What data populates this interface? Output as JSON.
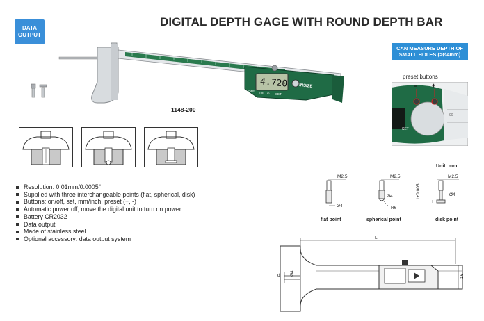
{
  "badge": {
    "line1": "DATA",
    "line2": "OUTPUT"
  },
  "title": "DIGITAL DEPTH GAGE WITH ROUND DEPTH BAR",
  "note": {
    "line1": "CAN MEASURE DEPTH OF",
    "line2": "SMALL HOLES (>Ø4mm)"
  },
  "preset": {
    "title": "preset buttons",
    "minus": "−",
    "plus": "+",
    "set_label": "SET",
    "scale_value": "90"
  },
  "product": {
    "display_value": "4.720",
    "brand": "INSIZE",
    "btn_off": "OFF",
    "btn_mm": "mm",
    "btn_in": "in",
    "btn_set": "SET"
  },
  "model": "1148-200",
  "unit": "Unit: mm",
  "points": [
    {
      "label": "flat point",
      "thread": "M2.5",
      "dia": "Ø4"
    },
    {
      "label": "spherical point",
      "thread": "M2.5",
      "dia": "Ø4",
      "radius": "R6"
    },
    {
      "label": "disk point",
      "thread": "M2.5",
      "dia": "Ø4",
      "height": "1±0.005"
    }
  ],
  "features": [
    "Resolution: 0.01mm/0.0005\"",
    "Supplied with three interchangeable points (flat, spherical, disk)",
    "Buttons: on/off, set, mm/inch, preset (+, -)",
    "Automatic power off, move the digital unit to turn on power",
    "Battery CR2032",
    "Data output",
    "Made of stainless steel",
    "Optional accessory: data output system"
  ],
  "drawing": {
    "length": "L",
    "diameter": "d",
    "dia_label": "Ø4",
    "width": "16"
  },
  "colors": {
    "badge_blue": "#3a8fd9",
    "note_blue": "#2e8fd6",
    "body_green": "#1f6b45"
  }
}
